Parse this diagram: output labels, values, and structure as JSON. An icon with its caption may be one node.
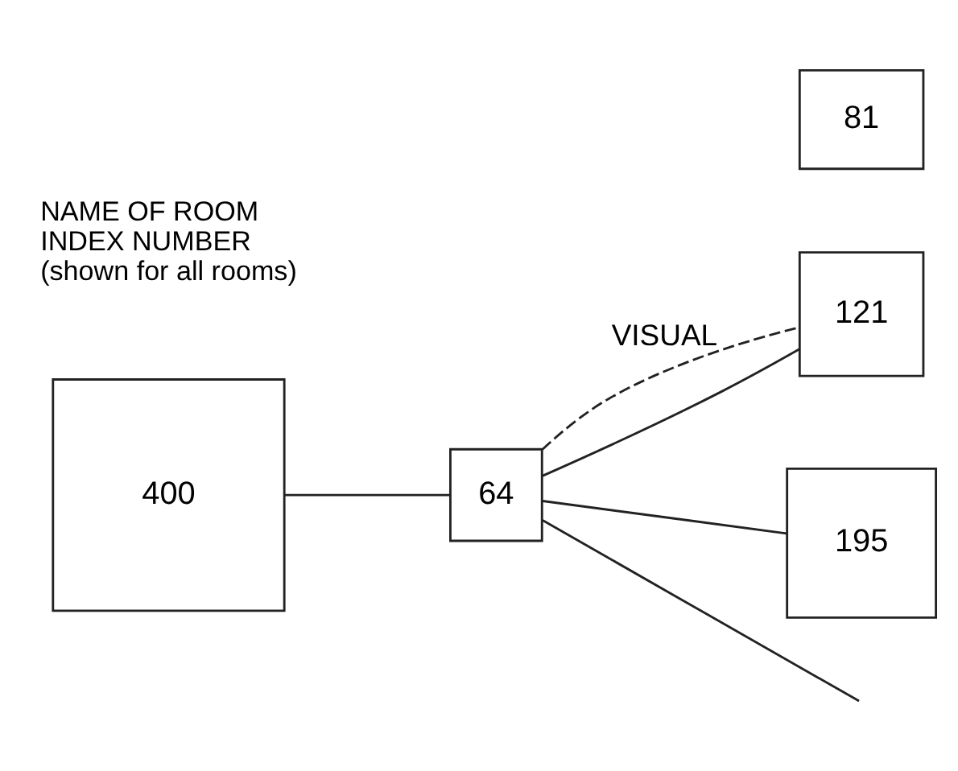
{
  "diagram": {
    "nodes": [
      {
        "text": [
          "400"
        ],
        "beside": [
          "NAME OF ROOM",
          "INDEX NUMBER",
          "(shown for all rooms)"
        ]
      },
      {
        "text": [
          "64"
        ]
      },
      {
        "text": [
          "121"
        ]
      },
      {
        "text": [
          "195"
        ]
      },
      {
        "text": [
          "81"
        ]
      }
    ],
    "edges": [
      {
        "from": 0,
        "to": 1,
        "arrow": "none"
      },
      {
        "from": 1,
        "to": 2,
        "arrow": "none",
        "label": "VISUAL",
        "style": "dashed"
      },
      {
        "from": 1,
        "to": 2,
        "arrow": "none"
      },
      {
        "from": 1,
        "to": 3,
        "arrow": "none"
      },
      {
        "from": 1,
        "to": null,
        "arrow": "none"
      }
    ]
  }
}
